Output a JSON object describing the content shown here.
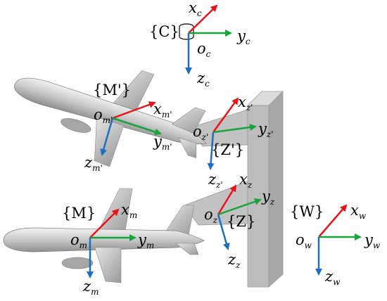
{
  "colors": {
    "x_axis": "#e8141c",
    "y_axis": "#17a43a",
    "z_axis": "#1f6fc1",
    "plane": "#c9c9c9",
    "wall": "#bdbdbd"
  },
  "icons": {
    "camera": "camera-icon",
    "aircraft": "aircraft-icon",
    "wall": "wall-icon"
  },
  "frames": {
    "C": {
      "label": "{C}",
      "origin": "o",
      "origin_sub": "c",
      "x": "x",
      "x_sub": "c",
      "y": "y",
      "y_sub": "c",
      "z": "z",
      "z_sub": "c"
    },
    "M_prime": {
      "label": "{M'}",
      "origin": "o",
      "origin_sub": "m'",
      "x": "x",
      "x_sub": "m'",
      "y": "y",
      "y_sub": "m'",
      "z": "z",
      "z_sub": "m'"
    },
    "Z_prime": {
      "label": "{Z'}",
      "origin": "o",
      "origin_sub": "z'",
      "x": "x",
      "x_sub": "z'",
      "y": "y",
      "y_sub": "z'",
      "z": "z",
      "z_sub": "z'"
    },
    "M": {
      "label": "{M}",
      "origin": "o",
      "origin_sub": "m",
      "x": "x",
      "x_sub": "m",
      "y": "y",
      "y_sub": "m",
      "z": "z",
      "z_sub": "m"
    },
    "Z": {
      "label": "{Z}",
      "origin": "o",
      "origin_sub": "z",
      "x": "x",
      "x_sub": "z",
      "y": "y",
      "y_sub": "z",
      "z": "z",
      "z_sub": "z"
    },
    "W": {
      "label": "{W}",
      "origin": "o",
      "origin_sub": "w",
      "x": "x",
      "x_sub": "w",
      "y": "y",
      "y_sub": "w",
      "z": "z",
      "z_sub": "w"
    }
  }
}
